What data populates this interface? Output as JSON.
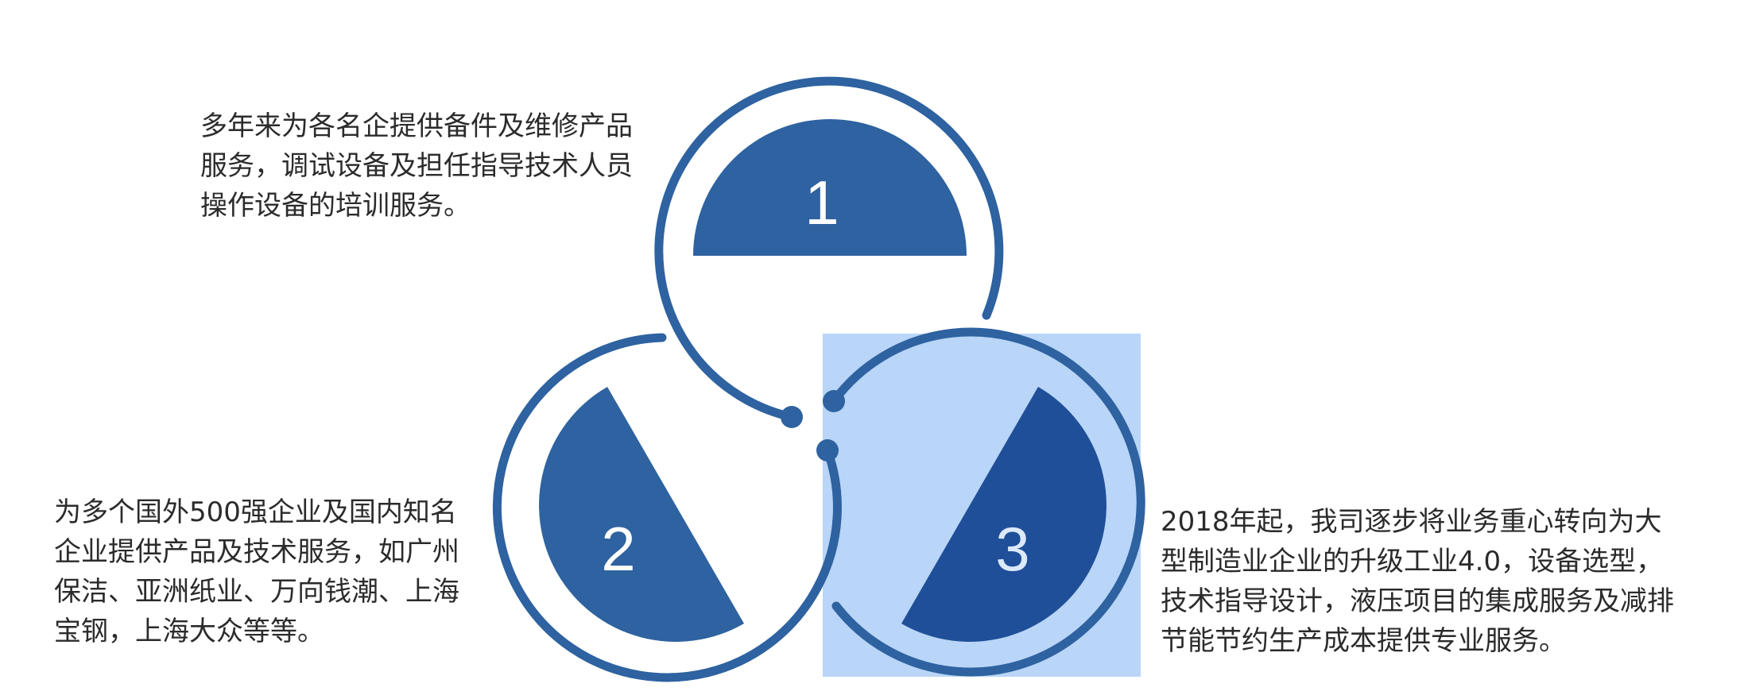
{
  "colors": {
    "ring": "#2e62a0",
    "sector": "#2e62a0",
    "sector_highlight": "#1f4f98",
    "selection_box": "#b9d5f7",
    "number": "#ffffff",
    "number_highlight": "#dce9fb",
    "text": "#2b2b2b"
  },
  "items": [
    {
      "number": "1",
      "text": "多年来为各名企提供备件及维修产品\n服务，调试设备及担任指导技术人员\n操作设备的培训服务。"
    },
    {
      "number": "2",
      "text": "为多个国外500强企业及国内知名\n企业提供产品及技术服务，如广州\n保洁、亚洲纸业、万向钱潮、上海\n宝钢，上海大众等等。"
    },
    {
      "number": "3",
      "text": "2018年起，我司逐步将业务重心转向为大\n型制造业企业的升级工业4.0，设备选型，\n技术指导设计，液压项目的集成服务及减排\n节能节约生产成本提供专业服务。"
    }
  ]
}
